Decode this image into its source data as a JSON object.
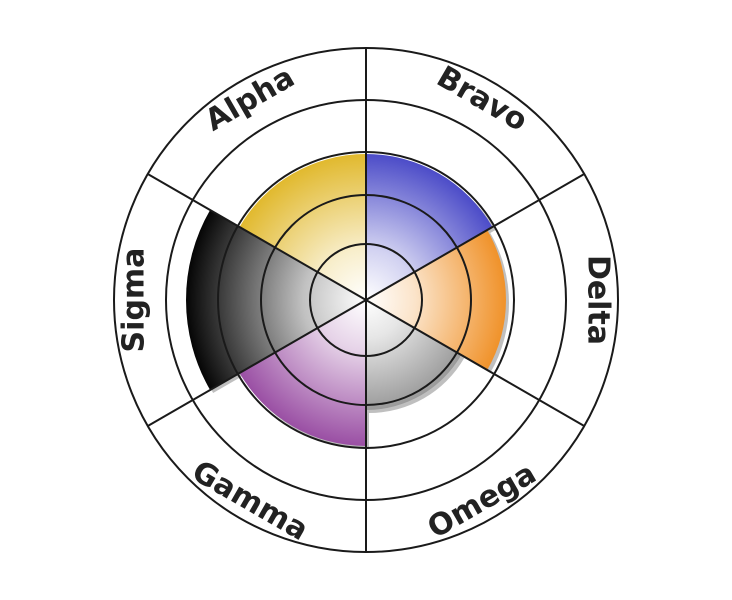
{
  "chart_data": {
    "type": "polar-area",
    "categories": [
      "Alpha",
      "Bravo",
      "Delta",
      "Omega",
      "Gamma",
      "Sigma"
    ],
    "values": [
      73,
      73,
      70,
      55,
      73,
      90
    ],
    "colors": [
      "#E1B92E",
      "#4C4CC8",
      "#F0922A",
      "#9A9A9A",
      "#9A4FA4",
      "#050505"
    ],
    "rlim": [
      0,
      100
    ],
    "grid": true,
    "legend": "none"
  }
}
